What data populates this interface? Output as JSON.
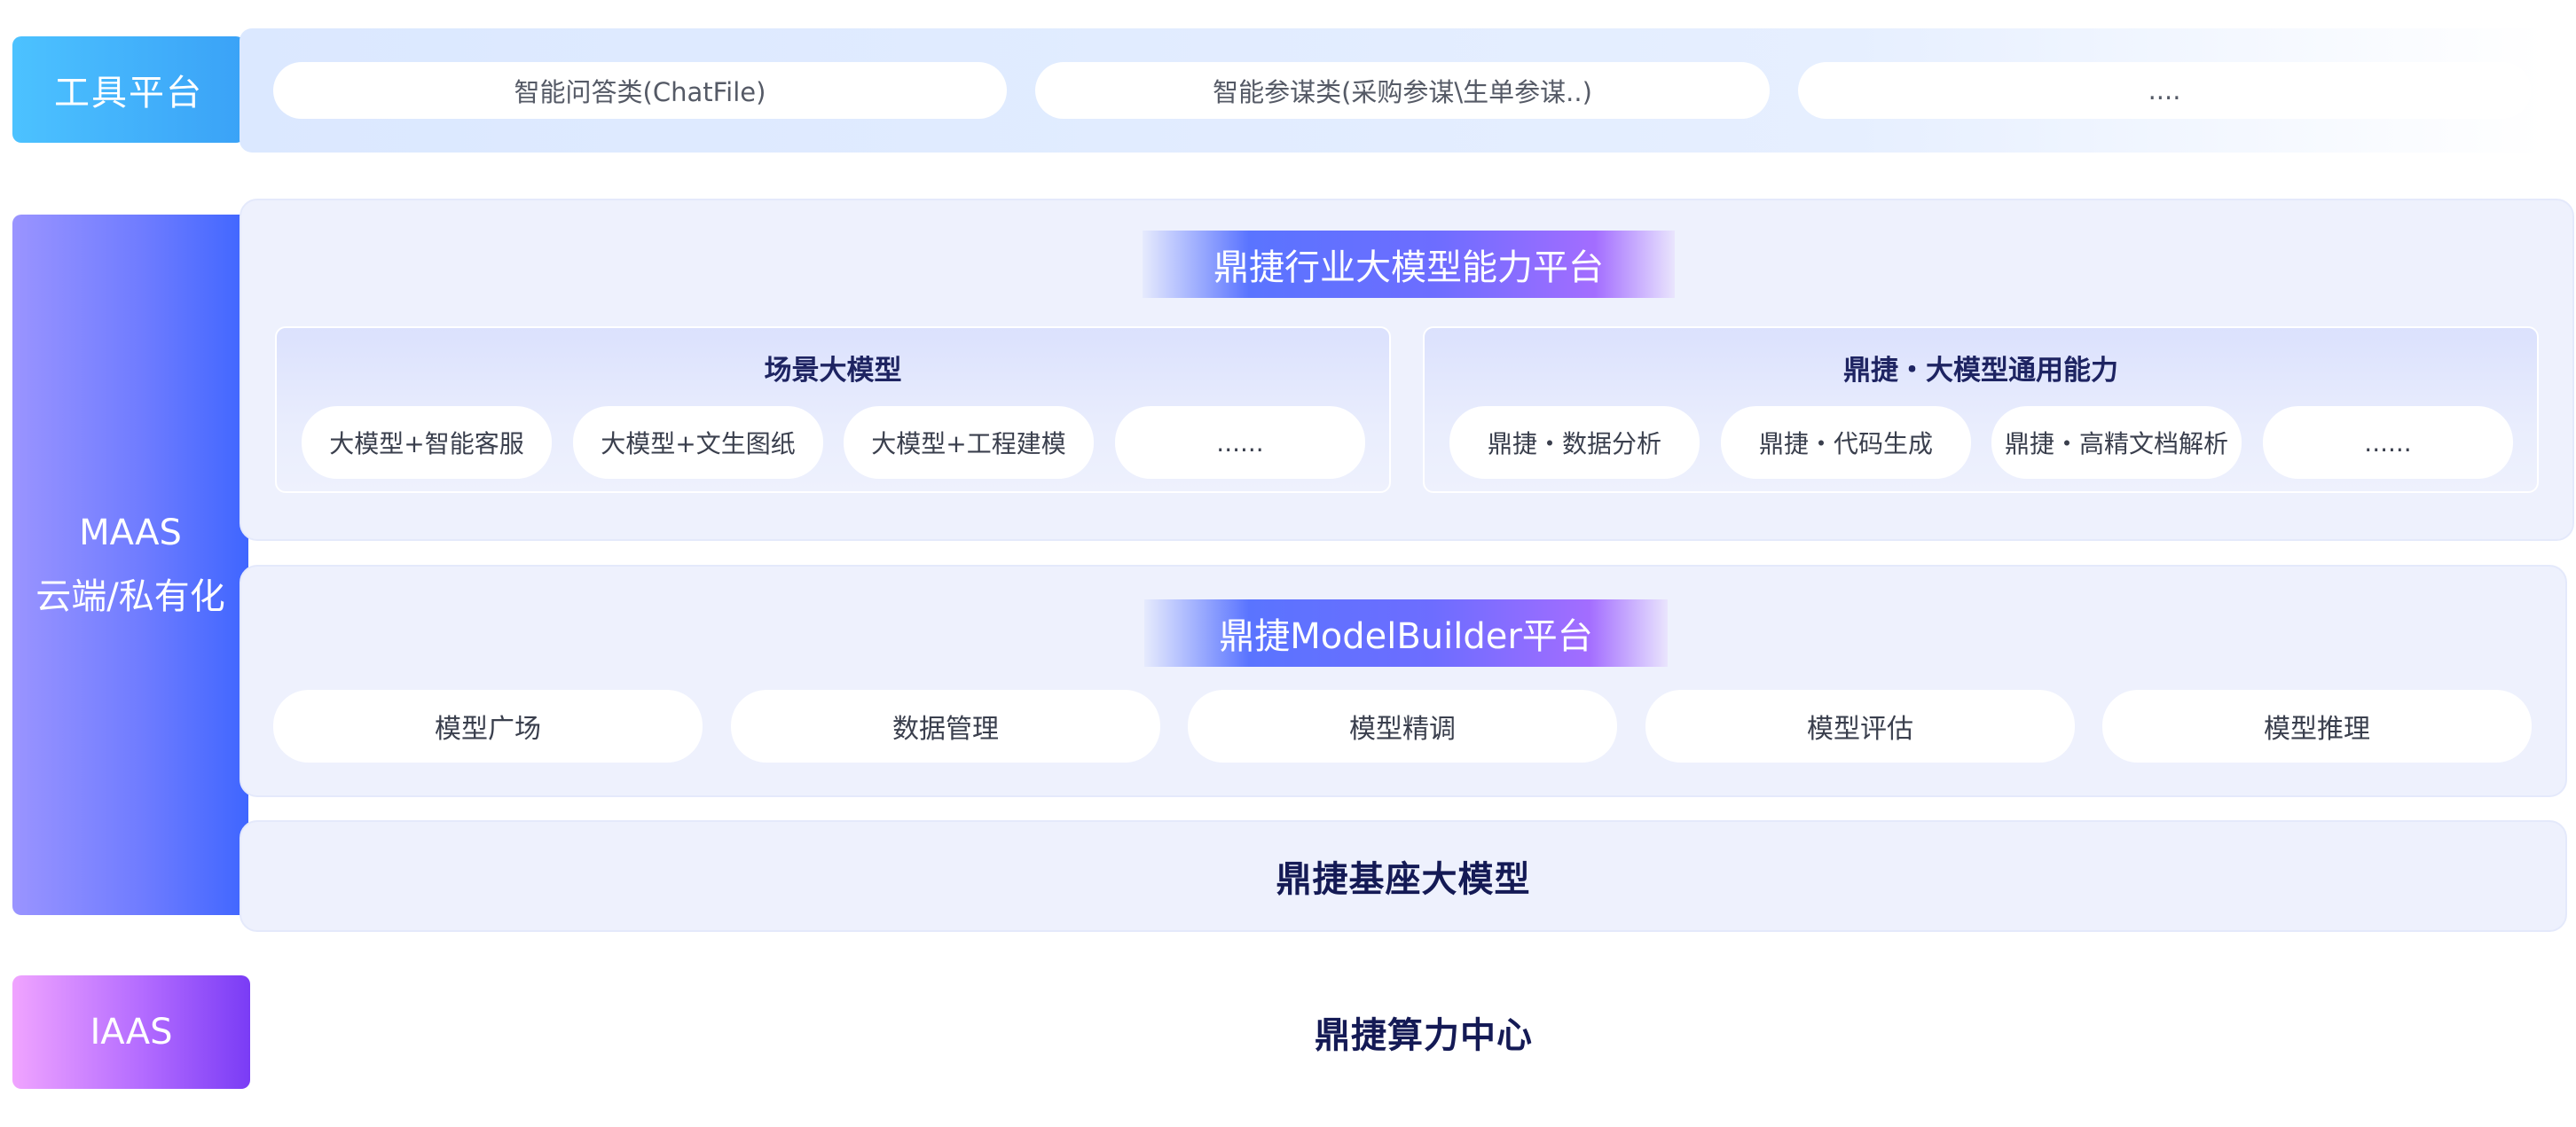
{
  "categories": {
    "tool": "工具平台",
    "maas_line1": "MAAS",
    "maas_line2": "云端/私有化",
    "iaas": "IAAS"
  },
  "tool_platform": {
    "items": [
      "智能问答类(ChatFile)",
      "智能参谋类(采购参谋\\生单参谋..)",
      "...."
    ]
  },
  "industry_platform": {
    "title": "鼎捷行业大模型能力平台",
    "scenario": {
      "title": "场景大模型",
      "items": [
        "大模型+智能客服",
        "大模型+文生图纸",
        "大模型+工程建模",
        "......"
      ]
    },
    "general": {
      "title": "鼎捷・大模型通用能力",
      "items": [
        "鼎捷・数据分析",
        "鼎捷・代码生成",
        "鼎捷・高精文档解析",
        "......"
      ]
    }
  },
  "modelbuilder": {
    "title": "鼎捷ModelBuilder平台",
    "items": [
      "模型广场",
      "数据管理",
      "模型精调",
      "模型评估",
      "模型推理"
    ]
  },
  "base_model": "鼎捷基座大模型",
  "compute_center": "鼎捷算力中心",
  "colors": {
    "tool_accent": "#3aa2f7",
    "maas_accent": "#3f66ff",
    "iaas_accent": "#7a3cf5",
    "panel_bg": "#eef1fd",
    "heading_text": "#141a55"
  }
}
